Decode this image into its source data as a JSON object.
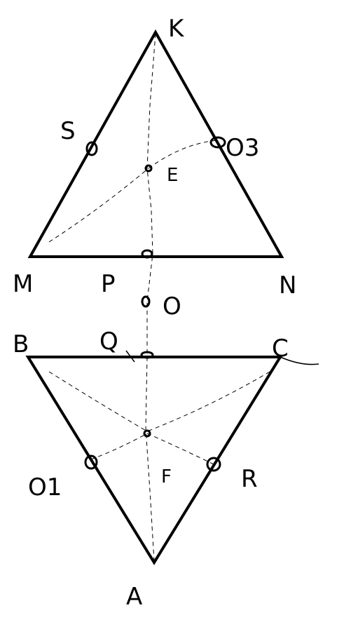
{
  "figure": {
    "labels": {
      "K": "K",
      "M": "M",
      "N": "N",
      "S": "S",
      "O3": "O3",
      "E": "E",
      "P": "P",
      "O": "O",
      "B": "B",
      "C": "C",
      "Q": "Q",
      "O1": "O1",
      "R": "R",
      "F": "F",
      "A": "A"
    }
  }
}
